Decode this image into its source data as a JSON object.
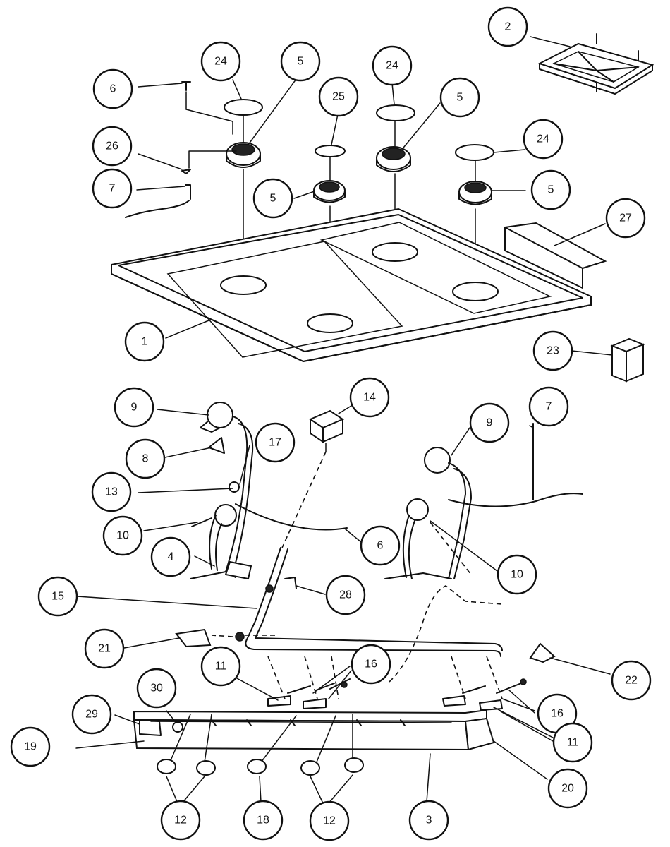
{
  "diagram": {
    "callouts": [
      {
        "id": "c-2a",
        "label": "2"
      },
      {
        "id": "c-24a",
        "label": "24"
      },
      {
        "id": "c-5a",
        "label": "5"
      },
      {
        "id": "c-24b",
        "label": "24"
      },
      {
        "id": "c-6a",
        "label": "6"
      },
      {
        "id": "c-25",
        "label": "25"
      },
      {
        "id": "c-5b",
        "label": "5"
      },
      {
        "id": "c-24c",
        "label": "24"
      },
      {
        "id": "c-26",
        "label": "26"
      },
      {
        "id": "c-7a",
        "label": "7"
      },
      {
        "id": "c-5c",
        "label": "5"
      },
      {
        "id": "c-5d",
        "label": "5"
      },
      {
        "id": "c-27",
        "label": "27"
      },
      {
        "id": "c-1",
        "label": "1"
      },
      {
        "id": "c-23",
        "label": "23"
      },
      {
        "id": "c-14",
        "label": "14"
      },
      {
        "id": "c-9a",
        "label": "9"
      },
      {
        "id": "c-7b",
        "label": "7"
      },
      {
        "id": "c-9b",
        "label": "9"
      },
      {
        "id": "c-17",
        "label": "17"
      },
      {
        "id": "c-8",
        "label": "8"
      },
      {
        "id": "c-13",
        "label": "13"
      },
      {
        "id": "c-10a",
        "label": "10"
      },
      {
        "id": "c-6b",
        "label": "6"
      },
      {
        "id": "c-4",
        "label": "4"
      },
      {
        "id": "c-10b",
        "label": "10"
      },
      {
        "id": "c-15",
        "label": "15"
      },
      {
        "id": "c-28",
        "label": "28"
      },
      {
        "id": "c-21",
        "label": "21"
      },
      {
        "id": "c-11a",
        "label": "11"
      },
      {
        "id": "c-16a",
        "label": "16"
      },
      {
        "id": "c-22",
        "label": "22"
      },
      {
        "id": "c-30",
        "label": "30"
      },
      {
        "id": "c-29",
        "label": "29"
      },
      {
        "id": "c-16b",
        "label": "16"
      },
      {
        "id": "c-11b",
        "label": "11"
      },
      {
        "id": "c-19",
        "label": "19"
      },
      {
        "id": "c-20",
        "label": "20"
      },
      {
        "id": "c-12a",
        "label": "12"
      },
      {
        "id": "c-18",
        "label": "18"
      },
      {
        "id": "c-12b",
        "label": "12"
      },
      {
        "id": "c-3",
        "label": "3"
      }
    ]
  }
}
